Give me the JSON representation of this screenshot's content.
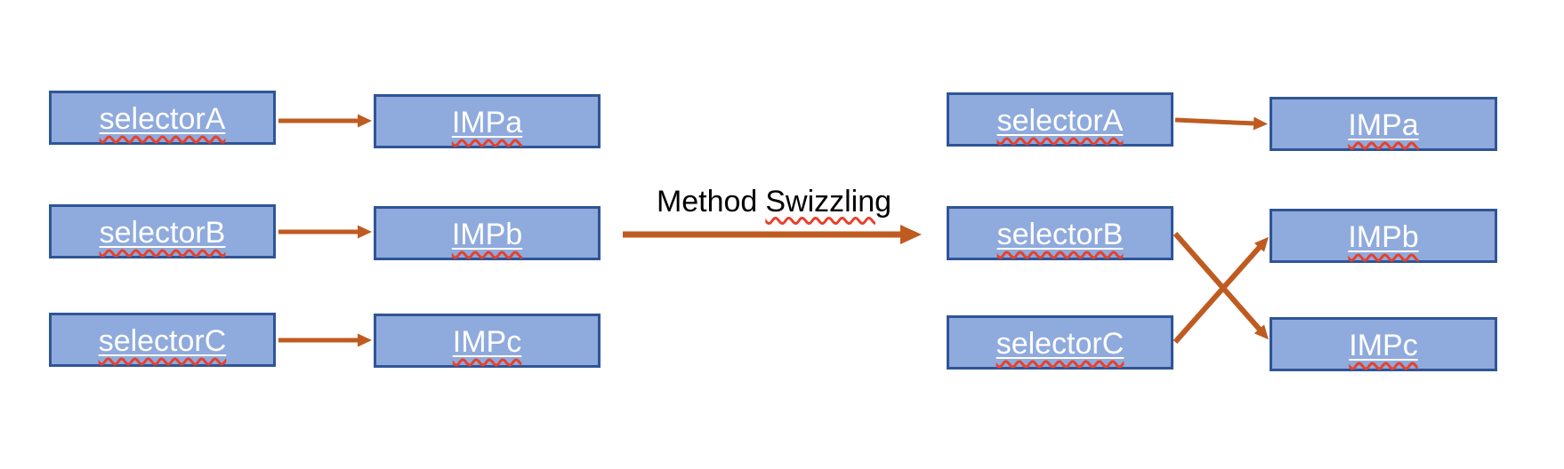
{
  "title": {
    "text": "Method Swizzling",
    "plain": "Method",
    "marked": "Swizzling"
  },
  "colors": {
    "page_bg": "#FFFFFF",
    "box_fill": "#8FAADC",
    "box_border": "#2F5597",
    "label_text": "#FFFFFF",
    "title_text": "#000000",
    "arrow": "#BF5B21",
    "squiggle": "#E8402A"
  },
  "before": {
    "selectors": [
      "selectorA",
      "selectorB",
      "selectorC"
    ],
    "imps": [
      "IMPa",
      "IMPb",
      "IMPc"
    ],
    "mappings": [
      {
        "from": "selectorA",
        "to": "IMPa"
      },
      {
        "from": "selectorB",
        "to": "IMPb"
      },
      {
        "from": "selectorC",
        "to": "IMPc"
      }
    ]
  },
  "after": {
    "selectors": [
      "selectorA",
      "selectorB",
      "selectorC"
    ],
    "imps": [
      "IMPa",
      "IMPb",
      "IMPc"
    ],
    "mappings": [
      {
        "from": "selectorA",
        "to": "IMPa"
      },
      {
        "from": "selectorB",
        "to": "IMPc"
      },
      {
        "from": "selectorC",
        "to": "IMPb"
      }
    ]
  }
}
